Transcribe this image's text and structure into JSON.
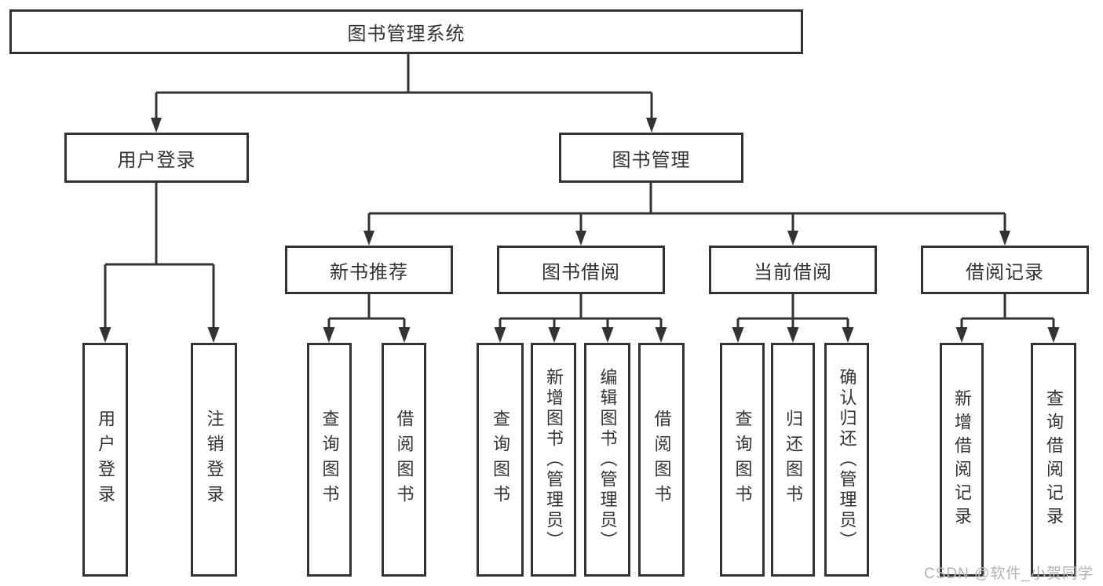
{
  "levels": {
    "root": {
      "label": "图书管理系统"
    },
    "modules": [
      {
        "label": "用户登录",
        "children": [
          {
            "label": "用户登录"
          },
          {
            "label": "注销登录"
          }
        ]
      },
      {
        "label": "图书管理",
        "submodules": [
          {
            "label": "新书推荐",
            "children": [
              {
                "label": "查询图书"
              },
              {
                "label": "借阅图书"
              }
            ]
          },
          {
            "label": "图书借阅",
            "children": [
              {
                "label": "查询图书"
              },
              {
                "label": "新增图书（管理员）"
              },
              {
                "label": "编辑图书（管理员）"
              },
              {
                "label": "借阅图书"
              }
            ]
          },
          {
            "label": "当前借阅",
            "children": [
              {
                "label": "查询图书"
              },
              {
                "label": "归还图书"
              },
              {
                "label": "确认归还（管理员）"
              }
            ]
          },
          {
            "label": "借阅记录",
            "children": [
              {
                "label": "新增借阅记录"
              },
              {
                "label": "查询借阅记录"
              }
            ]
          }
        ]
      }
    ]
  },
  "watermark": {
    "text": "CSDN @软件_小贺同学"
  },
  "colors": {
    "line": "#333333",
    "box_border": "#333333",
    "text": "#333333",
    "watermark": "#b3b3b3",
    "background": "#ffffff"
  }
}
